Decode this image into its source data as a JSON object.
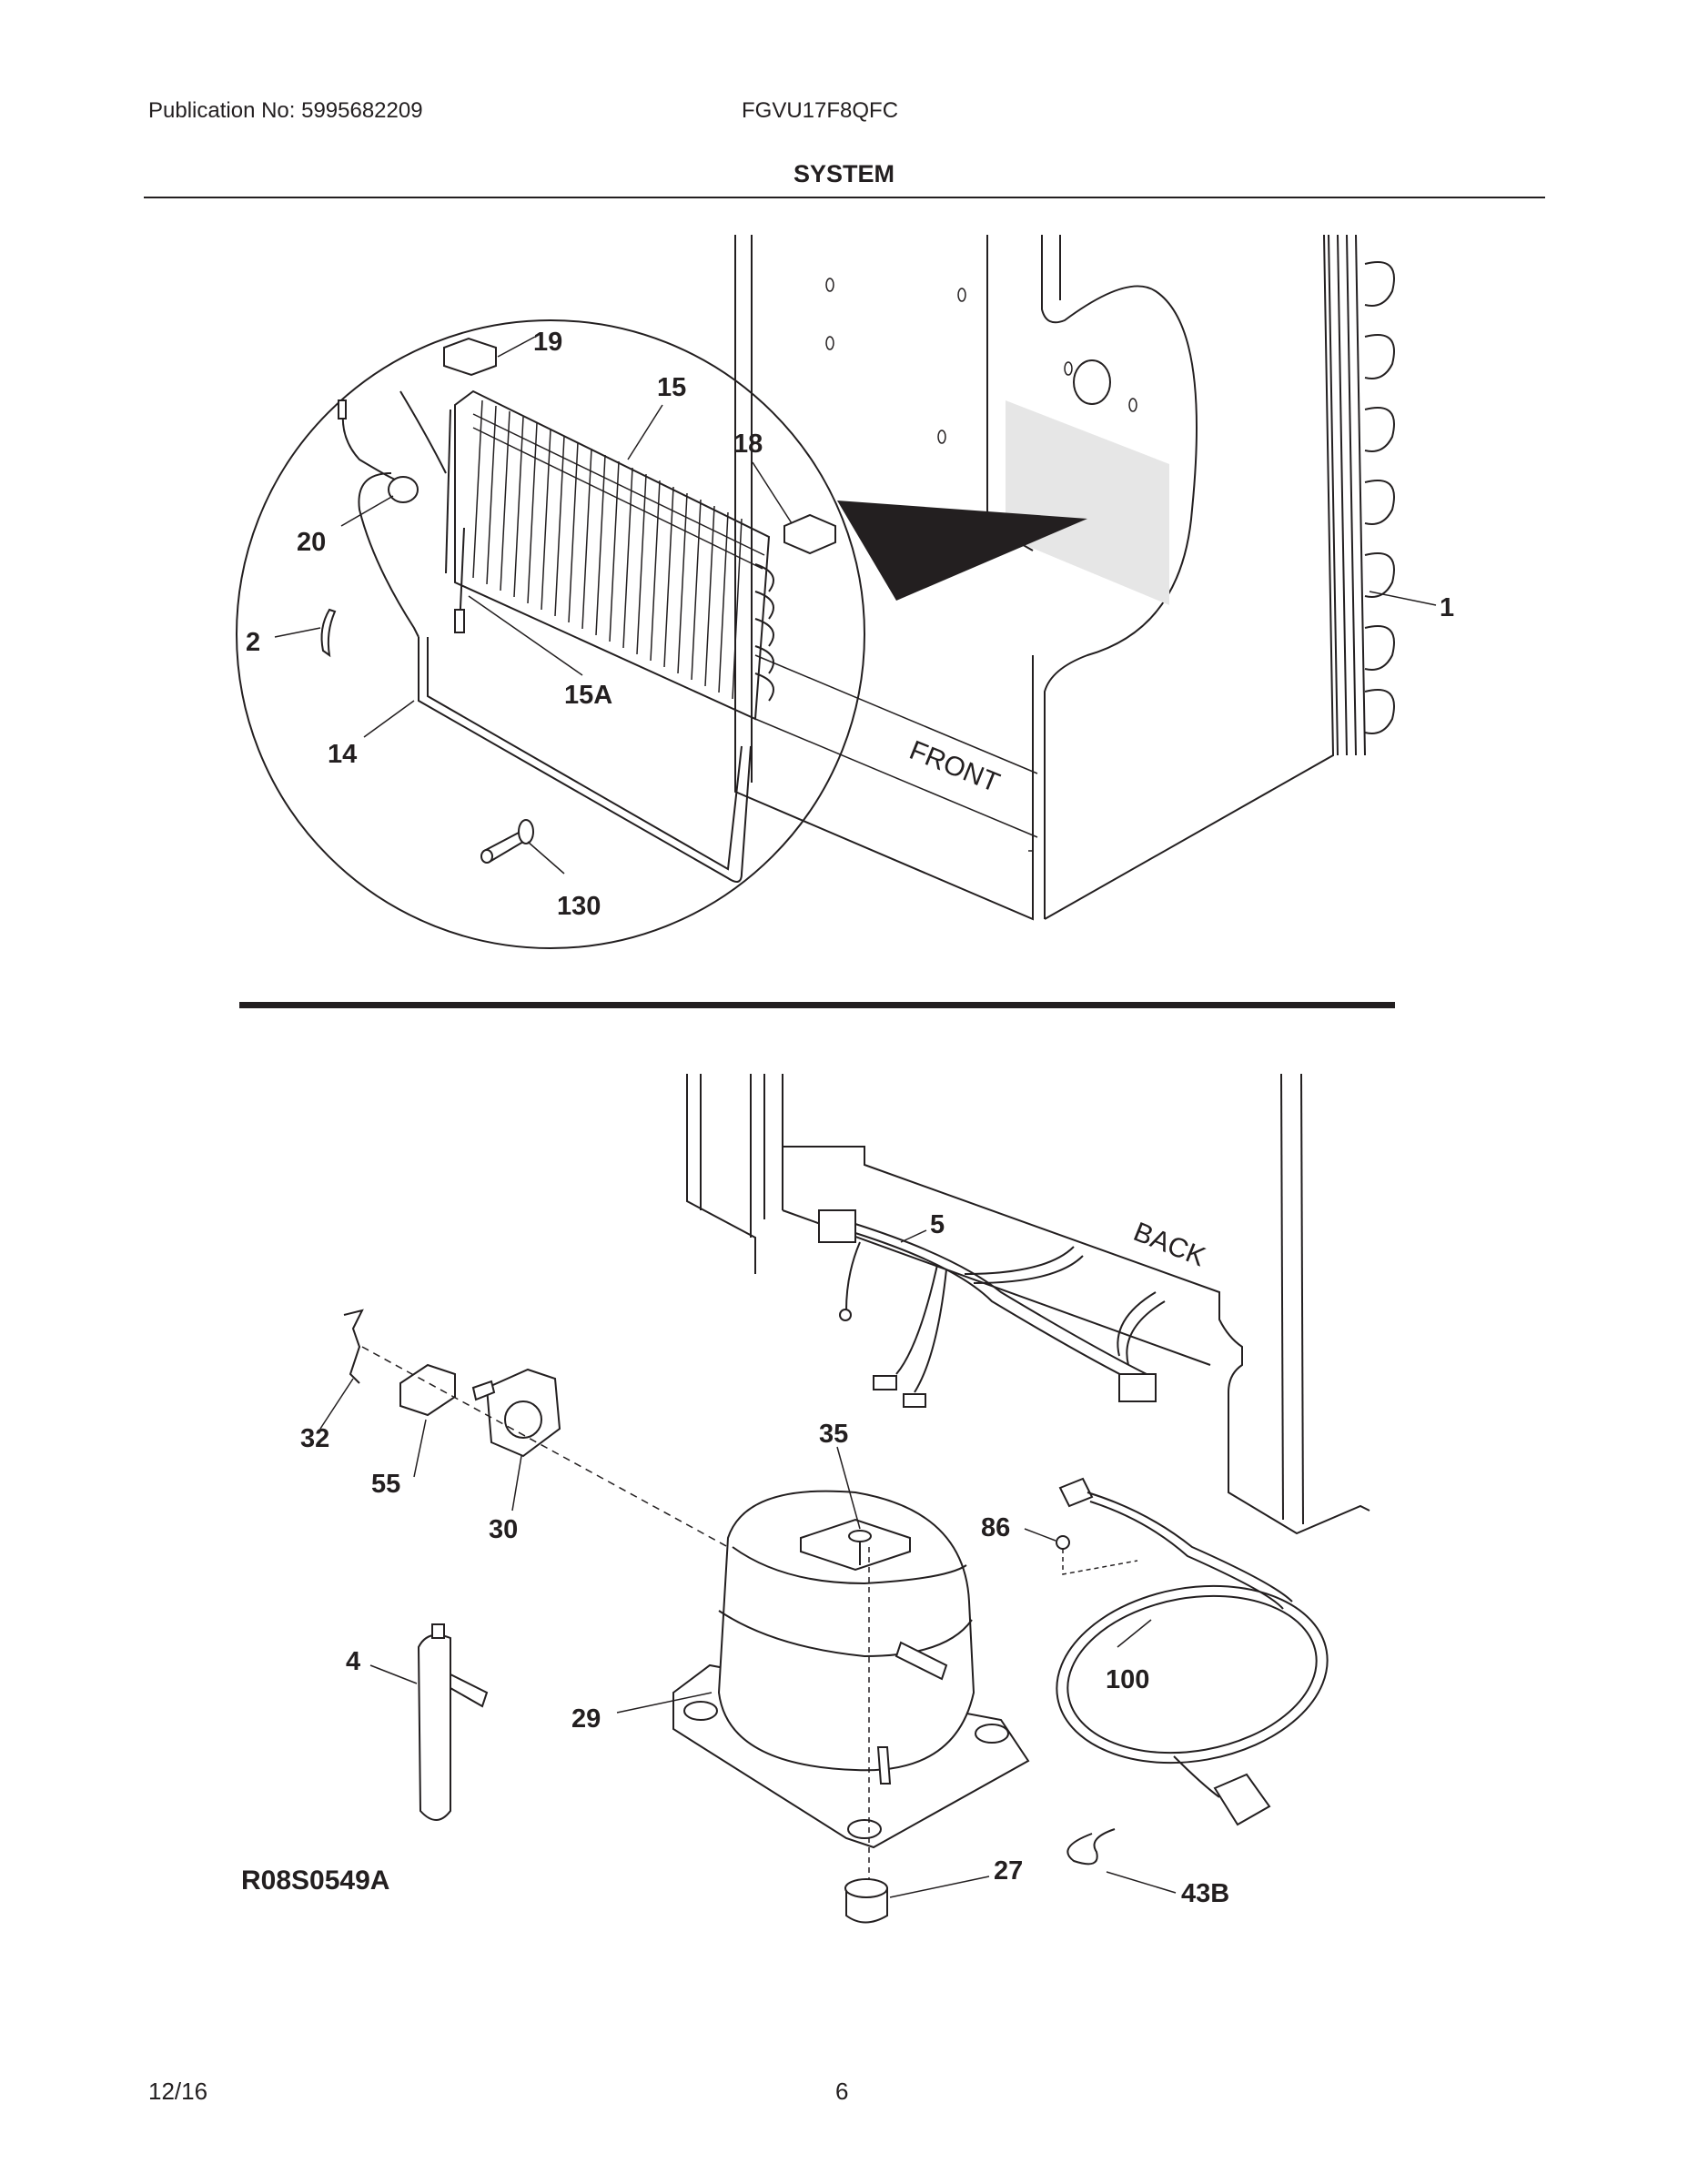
{
  "header": {
    "publication": "Publication No: 5995682209",
    "model": "FGVU17F8QFC",
    "title": "SYSTEM"
  },
  "upper_view": {
    "orientation_label": "FRONT",
    "callouts": [
      "19",
      "15",
      "18",
      "20",
      "2",
      "15A",
      "14",
      "130",
      "1"
    ]
  },
  "lower_view": {
    "orientation_label": "BACK",
    "callouts": [
      "5",
      "32",
      "55",
      "30",
      "35",
      "86",
      "4",
      "29",
      "100",
      "27",
      "43B"
    ]
  },
  "diagram_id": "R08S0549A",
  "footer": {
    "date": "12/16",
    "page": "6"
  }
}
